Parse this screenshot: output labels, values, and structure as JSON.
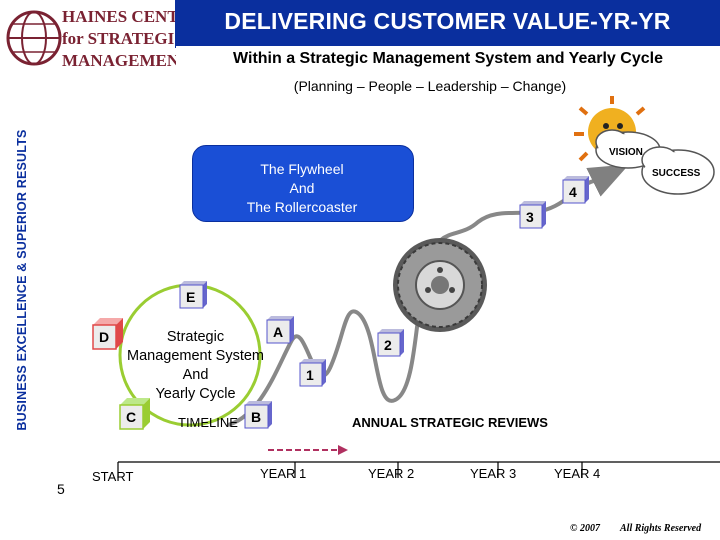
{
  "header": {
    "logo_text": "HAINES CENTRE\nfor STRATEGIC\nMANAGEMENT®",
    "title": "DELIVERING CUSTOMER VALUE-YR-YR",
    "subtitle": "Within a Strategic Management System and Yearly Cycle",
    "tagline": "(Planning – People – Leadership – Change)"
  },
  "side_label": "BUSINESS EXCELLENCE & SUPERIOR RESULTS",
  "flywheel_box": {
    "lines": [
      "The Flywheel",
      "And",
      "The Rollercoaster"
    ]
  },
  "vision": {
    "vision_label": "VISION",
    "success_label": "SUCCESS"
  },
  "cycle": {
    "lines": [
      "Strategic",
      "Management System",
      "And",
      "Yearly Cycle"
    ],
    "boxes": {
      "a": "A",
      "b": "B",
      "c": "C",
      "d": "D",
      "e": "E"
    }
  },
  "path_markers": {
    "m1": "1",
    "m2": "2",
    "m3": "3",
    "m4": "4"
  },
  "timeline": {
    "label": "TIMELINE",
    "reviews_label": "ANNUAL STRATEGIC REVIEWS",
    "start": "START",
    "years": [
      "YEAR 1",
      "YEAR 2",
      "YEAR 3",
      "YEAR 4"
    ]
  },
  "page_number": "5",
  "footer": {
    "copyright": "© 2007",
    "rights": "All Rights Reserved"
  },
  "colors": {
    "title_bg": "#0a2f9e",
    "box_blue": "#1a4fd6",
    "marker_fill": "#ececec",
    "marker_border": "#5555cc",
    "green": "#9acd32"
  }
}
